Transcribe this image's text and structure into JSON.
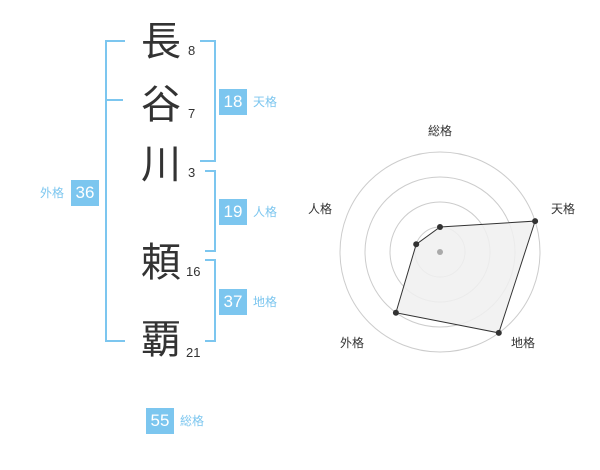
{
  "name": {
    "characters": [
      {
        "char": "長",
        "strokes": "8"
      },
      {
        "char": "谷",
        "strokes": "7"
      },
      {
        "char": "川",
        "strokes": "3"
      },
      {
        "char": "頼",
        "strokes": "16"
      },
      {
        "char": "覇",
        "strokes": "21"
      }
    ]
  },
  "fortune": {
    "tenkaku": {
      "value": "18",
      "label": "天格"
    },
    "jinkaku": {
      "value": "19",
      "label": "人格"
    },
    "chikaku": {
      "value": "37",
      "label": "地格"
    },
    "gaikaku": {
      "value": "36",
      "label": "外格"
    },
    "soukaku": {
      "value": "55",
      "label": "総格"
    }
  },
  "chart_data": {
    "type": "radar",
    "axes": [
      "総格",
      "天格",
      "地格",
      "外格",
      "人格"
    ],
    "values": [
      1,
      4,
      4,
      3,
      1
    ],
    "max": 4,
    "rings": 4,
    "colors": {
      "ring": "#cccccc",
      "fill": "#f0f0f0",
      "line": "#333333",
      "point": "#333333",
      "center": "#aaaaaa"
    }
  }
}
